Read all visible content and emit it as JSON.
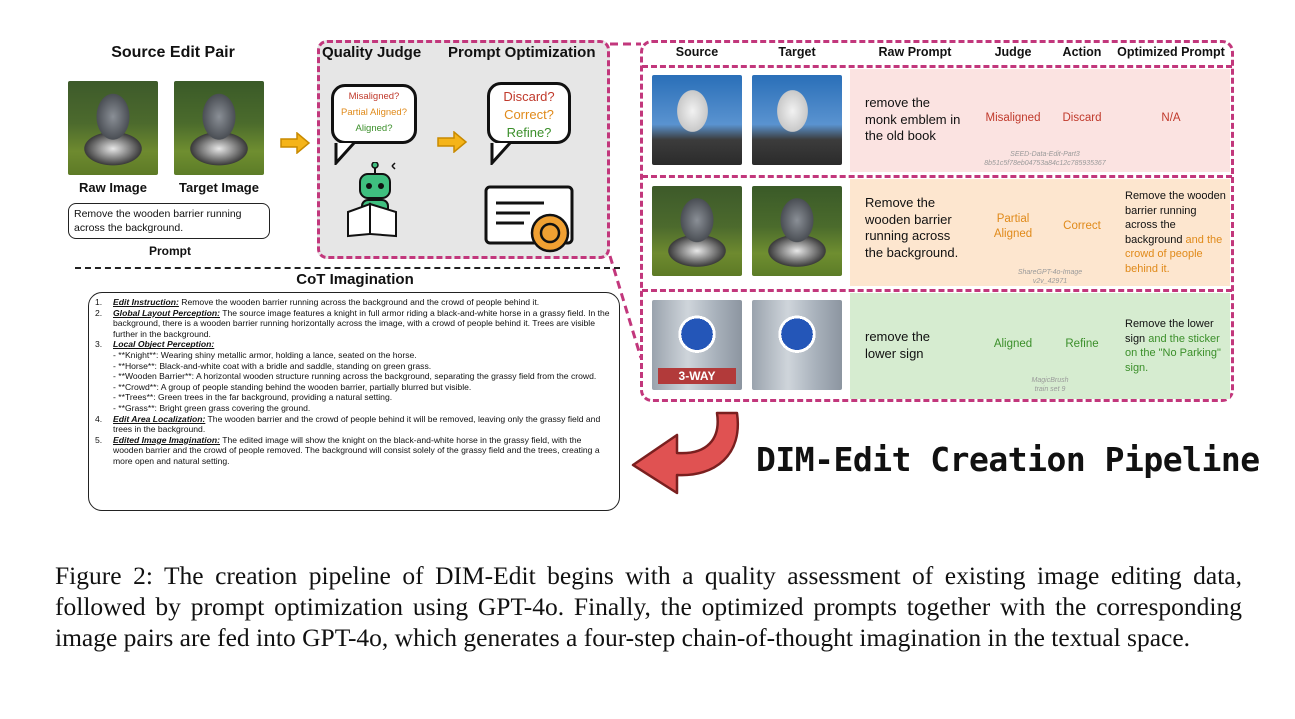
{
  "colors": {
    "accent_pink": "#c2377c",
    "orange": "#e08a1a",
    "red": "#c0392b",
    "green": "#3b8f2a",
    "panel_gray": "#e6e6e6"
  },
  "left": {
    "title": "Source Edit Pair",
    "raw_image_label": "Raw Image",
    "target_image_label": "Target Image",
    "prompt_text": "Remove the wooden barrier running across the background.",
    "prompt_label": "Prompt"
  },
  "judge": {
    "title1": "Quality Judge",
    "title2": "Prompt Optimization",
    "bubble1": [
      "Misaligned?",
      "Partial Aligned?",
      "Aligned?"
    ],
    "bubble2": [
      "Discard?",
      "Correct?",
      "Refine?"
    ]
  },
  "table": {
    "headers": [
      "Source",
      "Target",
      "Raw Prompt",
      "Judge",
      "Action",
      "Optimized Prompt"
    ],
    "rows": [
      {
        "raw_prompt": "remove the monk emblem in the old book",
        "judge": "Misaligned",
        "action": "Discard",
        "optimized": "N/A",
        "optimized_extra": "",
        "source_ref": [
          "SEED-Data-Edit-Part3",
          "8b51c5f78eb04753a84c12c785935367"
        ]
      },
      {
        "raw_prompt": "Remove the wooden barrier running across the background.",
        "judge": "Partial Aligned",
        "action": "Correct",
        "optimized": "Remove the wooden barrier running across the background",
        "optimized_extra": " and the crowd of people behind it.",
        "source_ref": [
          "ShareGPT-4o-Image",
          "v2v_42971"
        ]
      },
      {
        "raw_prompt": "remove the lower sign",
        "judge": "Aligned",
        "action": "Refine",
        "optimized": "Remove the lower sign",
        "optimized_extra": " and the sticker on the \"No Parking\" sign.",
        "source_ref": [
          "MagicBrush",
          "train set 9"
        ]
      }
    ],
    "sign_text": "3-WAY"
  },
  "cot": {
    "title": "CoT Imagination",
    "items": [
      {
        "n": "1.",
        "head": "Edit Instruction:",
        "text": " Remove the wooden barrier running across the background and the crowd of people behind it."
      },
      {
        "n": "2.",
        "head": "Global Layout Perception:",
        "text": " The source image features a knight in full armor riding a black-and-white horse in a grassy field. In the background, there is a wooden barrier running horizontally across the image, with a crowd of people behind it. Trees are visible further in the background."
      },
      {
        "n": "3.",
        "head": "Local Object Perception:",
        "text": ""
      },
      {
        "n": "4.",
        "head": "Edit Area Localization:",
        "text": " The wooden barrier and the crowd of people behind it will be removed, leaving only the grassy field and trees in the background."
      },
      {
        "n": "5.",
        "head": "Edited Image Imagination:",
        "text": " The edited image will show the knight on the black-and-white horse in the grassy field, with the wooden barrier and the crowd of people removed. The background will consist solely of the grassy field and the trees, creating a more open and natural setting."
      }
    ],
    "sub": [
      "- **Knight**: Wearing shiny metallic armor, holding a lance, seated on the horse.",
      "- **Horse**: Black-and-white coat with a bridle and saddle, standing on green grass.",
      "- **Wooden Barrier**: A horizontal wooden structure running across the background, separating the grassy field from the crowd.",
      "- **Crowd**: A group of people standing behind the wooden barrier, partially blurred but visible.",
      "- **Trees**: Green trees in the far background, providing a natural setting.",
      "- **Grass**: Bright green grass covering the ground."
    ]
  },
  "pipeline_title": "DIM-Edit Creation Pipeline",
  "caption": "Figure 2: The creation pipeline of DIM-Edit begins with a quality assessment of existing image editing data, followed by prompt optimization using GPT-4o. Finally, the optimized prompts together with the corresponding image pairs are fed into GPT-4o, which generates a four-step chain-of-thought imagination in the textual space."
}
